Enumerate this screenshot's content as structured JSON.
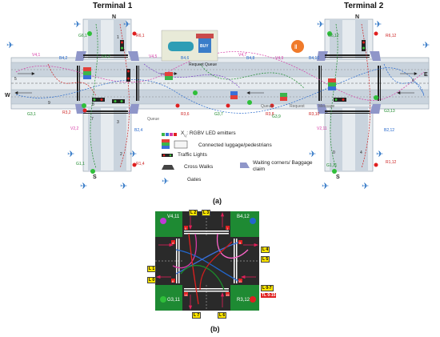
{
  "top": {
    "terminal1": "Terminal 1",
    "terminal2": "Terminal 2",
    "labels": {
      "g61": "G6,1",
      "r61": "R6,1",
      "v41": "V4,1",
      "b42": "B4,2",
      "g52": "G5,2",
      "v45": "V4,5",
      "b46": "B4,6",
      "v47": "V4,7",
      "b48": "B4,8",
      "v49": "V4,9",
      "b410": "B4,10",
      "g612": "G6,12",
      "r612": "R6,12",
      "g31": "G3,1",
      "r32": "R3,2",
      "v22": "V2,2",
      "b24": "B2,4",
      "g11": "G1,1",
      "r14": "R1,4",
      "r36": "R3,6",
      "g37": "G3,7",
      "r38": "R3,8",
      "g39": "G3,9",
      "r310": "R3,10",
      "b212": "B2,12",
      "g313": "G3,13",
      "v211": "V2,11",
      "g111": "G1,11",
      "r112": "R1,12",
      "requestTop": "Request",
      "queueTop": "Queue",
      "queueLeft": "Queue",
      "queueMid": "Queue",
      "requestMid": "Request",
      "messageMid": "Message",
      "W": "W",
      "E": "E",
      "N1": "N",
      "N2": "N",
      "S1": "S",
      "S2": "S",
      "lane7": "7",
      "lane8": "8",
      "lane1": "1",
      "lane3": "3",
      "lane5": "5",
      "lane9": "9",
      "lane6": "6",
      "lane2": "2",
      "lane4": "4",
      "lane0": "0"
    },
    "store": {
      "buy": "BUY"
    },
    "legend": {
      "emitters_x": "X",
      "emitters_sub": "i,j",
      "emitters_rest": ": RGBV LED emitters",
      "luggage": "Connected luggage/pedestrians",
      "traffic": "Traffic Lights",
      "crosswalks": "Cross Walks",
      "waiting": "Waiting corners/ Baggage claim",
      "gates": "Gates"
    },
    "caption": "(a)"
  },
  "bottom": {
    "v": "V4,11",
    "b": "B4,12",
    "g": "G3,11",
    "r": "R3,12",
    "gl": "G",
    "tags": {
      "L2": "L 2",
      "L3": "L 3",
      "L4": "L 4",
      "L5": "L 5",
      "L1": "L 1",
      "L0": "L 0",
      "L07": "L 0-7",
      "TL": "TL 0-15",
      "L7": "L 7",
      "L6": "L 6"
    },
    "nums": [
      "0",
      "1",
      "2",
      "3",
      "4",
      "5",
      "6",
      "7",
      "8",
      "9",
      "10",
      "11",
      "12",
      "13",
      "14",
      "15"
    ],
    "caption": "(b)"
  },
  "colors": {
    "road": "#c9d3dd",
    "corridor": "#e6ebef",
    "green_board": "#1e8a33",
    "crosswalk": "#ffffff",
    "accent_pink": "#d63aa5",
    "accent_blue": "#2266cc",
    "accent_red": "#cc1e1e",
    "store": "#c94a4a"
  }
}
